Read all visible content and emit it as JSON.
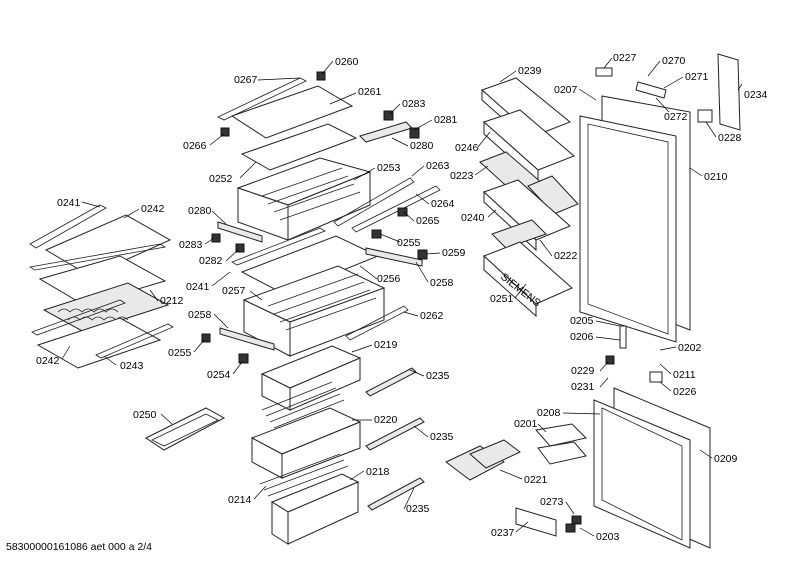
{
  "document_id": "58300000161086 aet 000 a 2/4",
  "brand_mark": "SIEMENS",
  "colors": {
    "line": "#222222",
    "fill": "#ffffff",
    "shade": "#e9e9e9"
  },
  "labels": {
    "p0267": "0267",
    "p0260": "0260",
    "p0261": "0261",
    "p0283a": "0283",
    "p0281": "0281",
    "p0266": "0266",
    "p0280a": "0280",
    "p0252": "0252",
    "p0253": "0253",
    "p0263": "0263",
    "p0264": "0264",
    "p0265": "0265",
    "p0280b": "0280",
    "p0283b": "0283",
    "p0282": "0282",
    "p0255a": "0255",
    "p0259": "0259",
    "p0256": "0256",
    "p0241a": "0241",
    "p0242a": "0242",
    "p0212": "0212",
    "p0241b": "0241",
    "p0242b": "0242",
    "p0243": "0243",
    "p0257": "0257",
    "p0258a": "0258",
    "p0258b": "0258",
    "p0262": "0262",
    "p0255b": "0255",
    "p0254": "0254",
    "p0219": "0219",
    "p0235a": "0235",
    "p0250": "0250",
    "p0220": "0220",
    "p0235b": "0235",
    "p0214": "0214",
    "p0218": "0218",
    "p0235c": "0235",
    "p0239": "0239",
    "p0246": "0246",
    "p0223": "0223",
    "p0240": "0240",
    "p0222": "0222",
    "p0251": "0251",
    "p0207": "0207",
    "p0227": "0227",
    "p0270": "0270",
    "p0271": "0271",
    "p0272": "0272",
    "p0234": "0234",
    "p0228": "0228",
    "p0210": "0210",
    "p0205": "0205",
    "p0206": "0206",
    "p0202": "0202",
    "p0229": "0229",
    "p0211": "0211",
    "p0231": "0231",
    "p0226": "0226",
    "p0201": "0201",
    "p0208": "0208",
    "p0209": "0209",
    "p0221": "0221",
    "p0273": "0273",
    "p0237": "0237",
    "p0203": "0203"
  }
}
